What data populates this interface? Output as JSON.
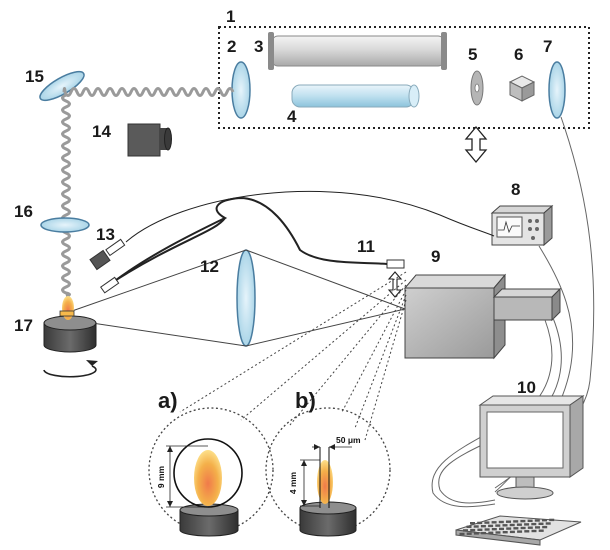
{
  "labels": {
    "n1": "1",
    "n2": "2",
    "n3": "3",
    "n4": "4",
    "n5": "5",
    "n6": "6",
    "n7": "7",
    "n8": "8",
    "n9": "9",
    "n10": "10",
    "n11": "11",
    "n12": "12",
    "n13": "13",
    "n14": "14",
    "n15": "15",
    "n16": "16",
    "n17": "17"
  },
  "insets": {
    "a": {
      "label": "a)",
      "dimension": "9 mm"
    },
    "b": {
      "label": "b)",
      "dimension": "4 mm",
      "gap": "50 μm"
    }
  }
}
